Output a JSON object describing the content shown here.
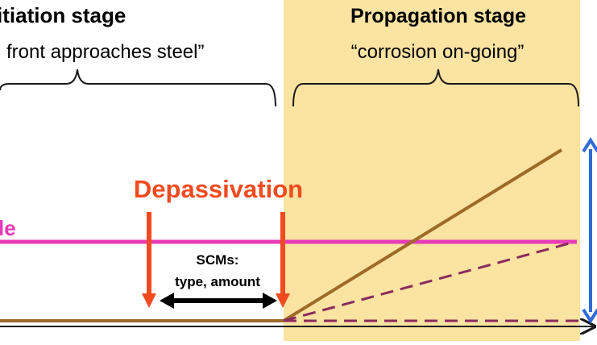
{
  "initiation": {
    "title": "itiation stage",
    "subtitle": "front  approaches steel”"
  },
  "propagation": {
    "title": "Propagation stage",
    "subtitle": "“corrosion on-going”",
    "fill_color": "#fbe3a1"
  },
  "depassivation": {
    "label": "Depassivation",
    "color": "#f24a1f"
  },
  "threshold_line": {
    "label": "le",
    "color": "#e83ab9"
  },
  "scms": {
    "line1": "SCMs:",
    "line2": "type, amount"
  },
  "colors": {
    "corrosion_line": "#9e6a28",
    "dashed_line": "#8a2a5e",
    "range_arrow": "#2f6bd8",
    "axis": "#1a1a1a"
  }
}
